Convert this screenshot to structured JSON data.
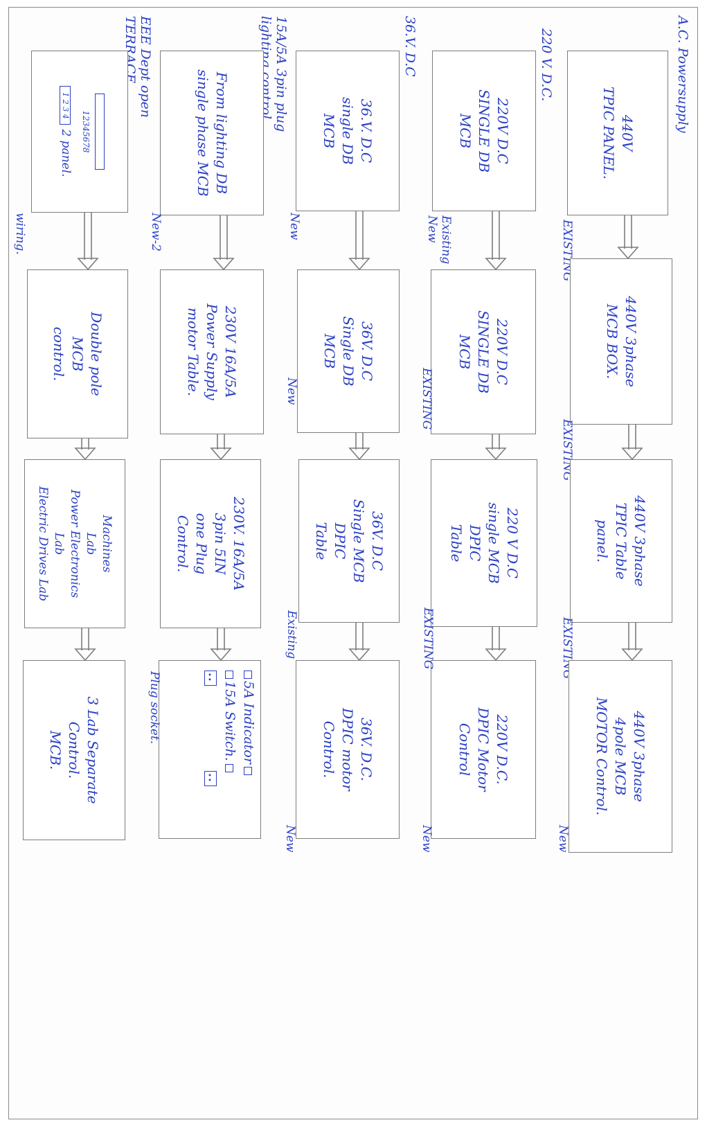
{
  "rows": [
    {
      "title": [
        "A.C. Powersupply"
      ],
      "boxes": [
        {
          "lines": [
            "440V",
            "TPIC PANEL."
          ]
        },
        {
          "lines": [
            "440V 3phase",
            "MCB BOX."
          ]
        },
        {
          "lines": [
            "440V 3phase",
            "TPIC Table",
            "panel."
          ]
        },
        {
          "lines": [
            "440V 3phase",
            "4pole MCB",
            "MOTOR Control."
          ]
        }
      ],
      "statuses": [
        [
          "EXISTING"
        ],
        [
          "EXISTING"
        ],
        [
          "EXISTING"
        ],
        [
          "New"
        ]
      ]
    },
    {
      "title": [
        "220 V. D.C."
      ],
      "boxes": [
        {
          "lines": [
            "220V D.C",
            "SINGLE DB",
            "MCB"
          ]
        },
        {
          "lines": [
            "220V D.C",
            "SINGLE DB",
            "MCB"
          ]
        },
        {
          "lines": [
            "220 V D.C",
            "single MCB",
            "DPIC",
            "Table"
          ]
        },
        {
          "lines": [
            "220V D.C.",
            "DPIC Motor",
            "Control"
          ]
        }
      ],
      "statuses": [
        [
          "Existing",
          "New"
        ],
        [
          "EXISTING"
        ],
        [
          "EXISTING"
        ],
        [
          "New"
        ]
      ]
    },
    {
      "title": [
        "36.V. D.C"
      ],
      "boxes": [
        {
          "lines": [
            "36.V. D.C",
            "single DB",
            "MCB"
          ]
        },
        {
          "lines": [
            "36V. D.C",
            "Single DB",
            "MCB"
          ]
        },
        {
          "lines": [
            "36V. D.C",
            "Single MCB",
            "DPIC",
            "Table"
          ]
        },
        {
          "lines": [
            "36V. D.C.",
            "DPIC motor",
            "Control."
          ]
        }
      ],
      "statuses": [
        [
          "New"
        ],
        [
          "New"
        ],
        [
          "Existing"
        ],
        [
          "New"
        ]
      ]
    },
    {
      "title": [
        "15A/5A 3pin plug",
        "lighting control."
      ],
      "boxes": [
        {
          "lines": [
            "From lighting DB",
            "single phase MCB"
          ]
        },
        {
          "lines": [
            "230V 16A/5A",
            "Power Supply",
            "motor Table."
          ]
        },
        {
          "lines": [
            "230V. 16A/5A",
            "3pin 5IN",
            "one Plug",
            "Control."
          ]
        },
        {
          "lines": [
            "5A Indicator",
            "15A Switch.",
            "Plug socket."
          ]
        }
      ],
      "statuses": [
        [
          "New-2"
        ],
        [],
        [],
        []
      ]
    },
    {
      "title": [
        "EEE Dept open",
        "TERRACE"
      ],
      "boxes": [
        {
          "lines": [
            "12345678",
            "1 2 3 4",
            "2 panel."
          ]
        },
        {
          "lines": [
            "Double pole",
            "MCB",
            "control."
          ]
        },
        {
          "lines": [
            "Machines",
            "Lab",
            "Power Electronics",
            "Lab",
            "Electric Drives Lab"
          ]
        },
        {
          "lines": [
            "3 Lab Separate",
            "Control.",
            "MCB."
          ]
        }
      ],
      "statuses": [
        [
          "wiring."
        ],
        [],
        [],
        []
      ]
    }
  ]
}
